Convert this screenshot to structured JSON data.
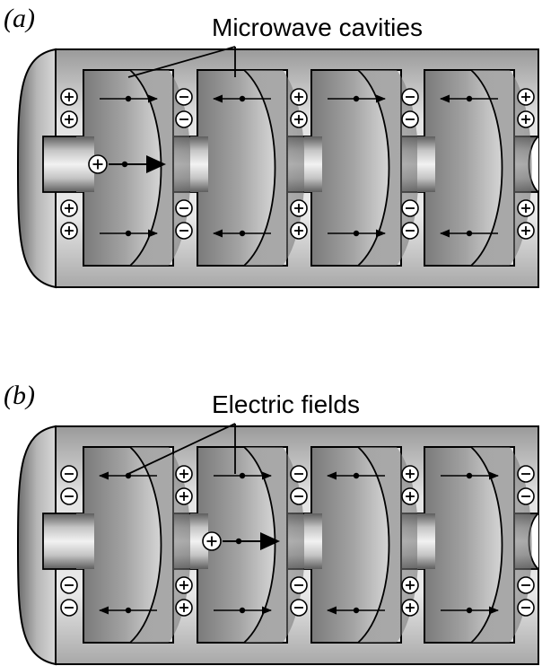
{
  "panels": [
    {
      "id": "a",
      "label": "(a)",
      "callout": "Microwave cavities",
      "wall_charges_top": [
        "+",
        "-",
        "+",
        "-",
        "+"
      ],
      "wall_charges_bottom": [
        "+",
        "-",
        "+",
        "-",
        "+"
      ],
      "field_directions": [
        "right",
        "left",
        "right",
        "left"
      ],
      "particle_cavity": 0,
      "particle_sign": "+"
    },
    {
      "id": "b",
      "label": "(b)",
      "callout": "Electric fields",
      "wall_charges_top": [
        "-",
        "+",
        "-",
        "+",
        "-"
      ],
      "wall_charges_bottom": [
        "-",
        "+",
        "-",
        "+",
        "-"
      ],
      "field_directions": [
        "left",
        "right",
        "left",
        "right"
      ],
      "particle_cavity": 1,
      "particle_sign": "+"
    }
  ]
}
